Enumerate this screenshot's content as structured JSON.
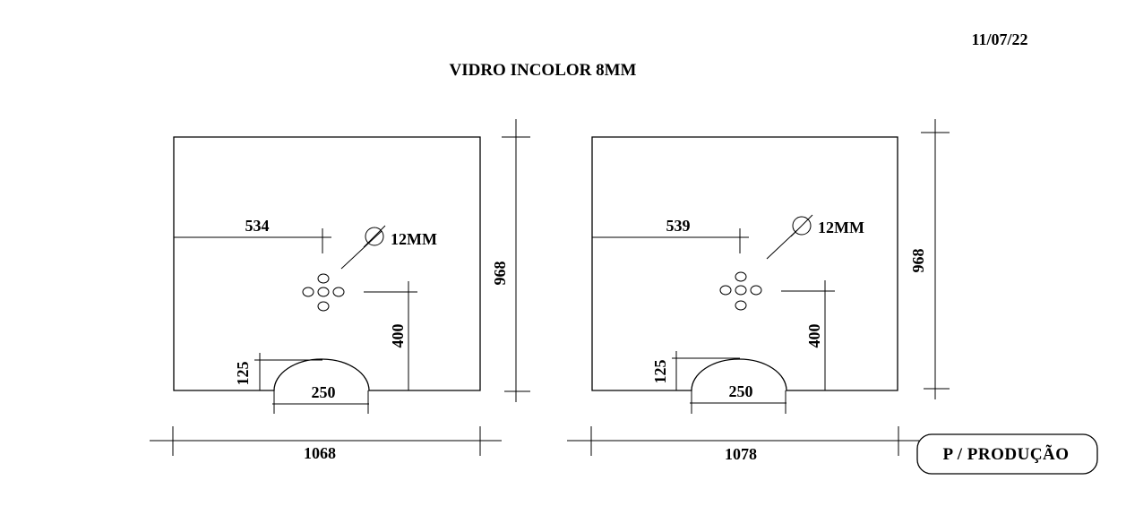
{
  "header": {
    "title": "VIDRO INCOLOR 8MM",
    "date": "11/07/22"
  },
  "panels": [
    {
      "width_label": "1068",
      "height_label": "968",
      "hole_offset_label": "534",
      "hole_diameter_label": "12MM",
      "hole_height_label": "400",
      "cutout_width_label": "250",
      "cutout_height_label": "125"
    },
    {
      "width_label": "1078",
      "height_label": "968",
      "hole_offset_label": "539",
      "hole_diameter_label": "12MM",
      "hole_height_label": "400",
      "cutout_width_label": "250",
      "cutout_height_label": "125"
    }
  ],
  "stamp": {
    "label": "P / PRODUÇÃO"
  }
}
